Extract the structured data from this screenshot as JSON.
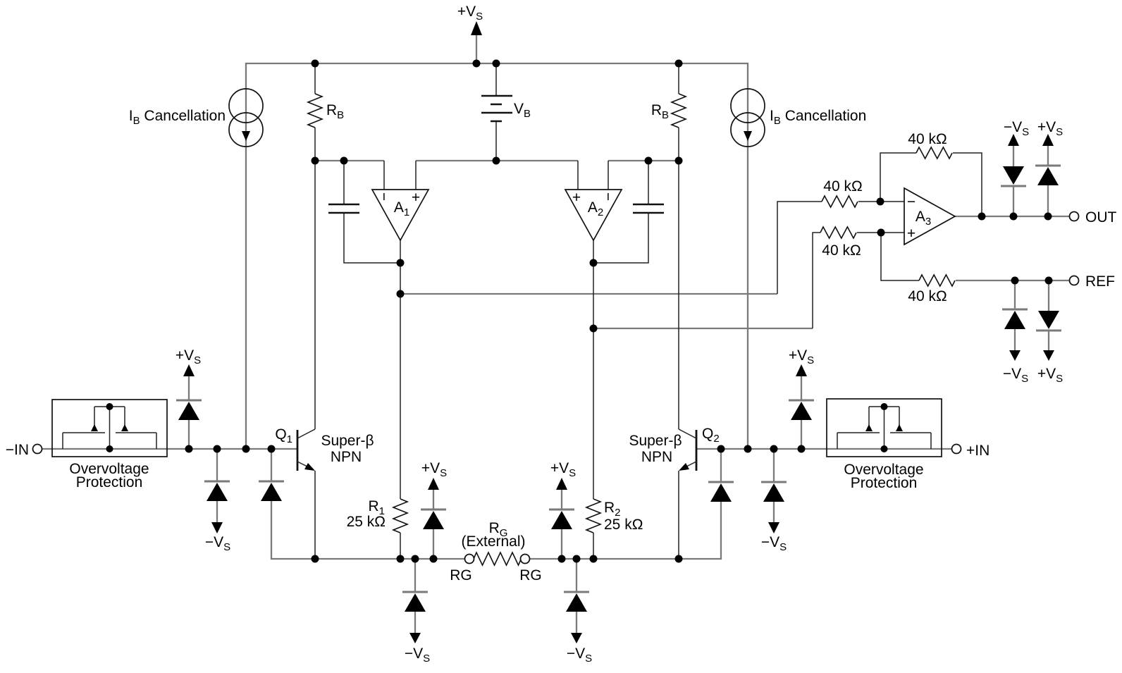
{
  "diagram": {
    "kind": "instrumentation-amplifier-simplified-schematic",
    "colors": {
      "wire_gray": "#7a7a7a",
      "ink": "#000000",
      "background": "#ffffff"
    }
  },
  "labels": {
    "plus_vs": [
      {
        "t": "+V"
      },
      {
        "s": "S"
      }
    ],
    "minus_vs": [
      {
        "t": "−V"
      },
      {
        "s": "S"
      }
    ],
    "vb": [
      {
        "t": "V"
      },
      {
        "s": "B"
      }
    ],
    "rb": [
      {
        "t": "R"
      },
      {
        "s": "B"
      }
    ],
    "ib_cancellation": [
      {
        "t": "I"
      },
      {
        "s": "B"
      },
      {
        "t": " Cancellation"
      }
    ],
    "a1": [
      {
        "t": "A"
      },
      {
        "s": "1"
      }
    ],
    "a2": [
      {
        "t": "A"
      },
      {
        "s": "2"
      }
    ],
    "a3": [
      {
        "t": "A"
      },
      {
        "s": "3"
      }
    ],
    "q1": [
      {
        "t": "Q"
      },
      {
        "s": "1"
      }
    ],
    "q2": [
      {
        "t": "Q"
      },
      {
        "s": "2"
      }
    ],
    "r1": [
      {
        "t": "R"
      },
      {
        "s": "1"
      }
    ],
    "r2": [
      {
        "t": "R"
      },
      {
        "s": "2"
      }
    ],
    "rg": [
      {
        "t": "R"
      },
      {
        "s": "G"
      }
    ],
    "rg_external": "(External)",
    "rg_pin": "RG",
    "r25k": "25 kΩ",
    "r40k": "40 kΩ",
    "plus": "+",
    "minus": "−",
    "super_beta": "Super-β",
    "npn": "NPN",
    "ovp_line1": "Overvoltage",
    "ovp_line2": "Protection",
    "in_minus": "−IN",
    "in_plus": "+IN",
    "out": "OUT",
    "ref": "REF"
  }
}
